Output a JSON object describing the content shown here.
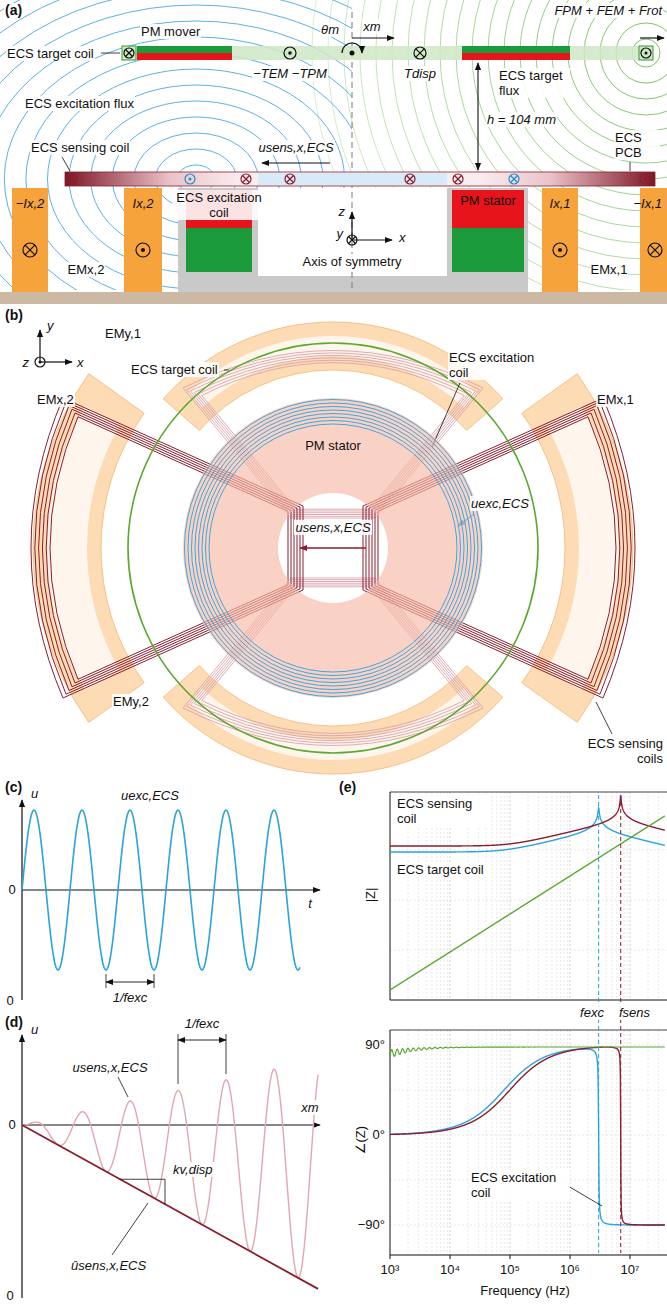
{
  "diagram": {
    "nodes": [
      {
        "text": [
          "PM stator"
        ]
      },
      {
        "text": [
          "PM stator"
        ]
      }
    ],
    "labels": [
      "(a)",
      "PM mover",
      "θm",
      "xm",
      "FPM + FEM + Frot",
      "ECS target coil",
      "−TEM −TPM",
      "Tdisp",
      "ECS excitation flux",
      "ECS target flux",
      "h = 104 mm",
      "ECS sensing coil",
      "ECS PCB",
      "usens,x,ECS",
      "ECS excitation coil",
      "−Ix,2",
      "Ix,2",
      "EMx,2",
      "Ix,1",
      "−Ix,1",
      "EMx,1",
      "z",
      "y",
      "x",
      "Axis of symmetry",
      "(b)",
      "y",
      "x",
      "z",
      "EMy,1",
      "ECS target coil",
      "ECS excitation coil",
      "EMx,2",
      "EMx,1",
      "usens,x,ECS",
      "uexc,ECS",
      "EMy,2",
      "ECS sensing coils",
      "(c)",
      "u",
      "uexc,ECS",
      "0",
      "t",
      "1/fexc",
      "0",
      "(d)",
      "u",
      "1/fexc",
      "usens,x,ECS",
      "0",
      "xm",
      "kv,disp",
      "ûsens,x,ECS",
      "0",
      "(e)",
      "ECS sensing coil",
      "|Z|",
      "ECS target coil",
      "fexc",
      "fsens",
      "90°",
      "0°",
      "−90°",
      "∠(Z)",
      "ECS excitation coil",
      "10³",
      "10⁴",
      "10⁵",
      "10⁶",
      "10⁷",
      "Frequency (Hz)"
    ]
  }
}
